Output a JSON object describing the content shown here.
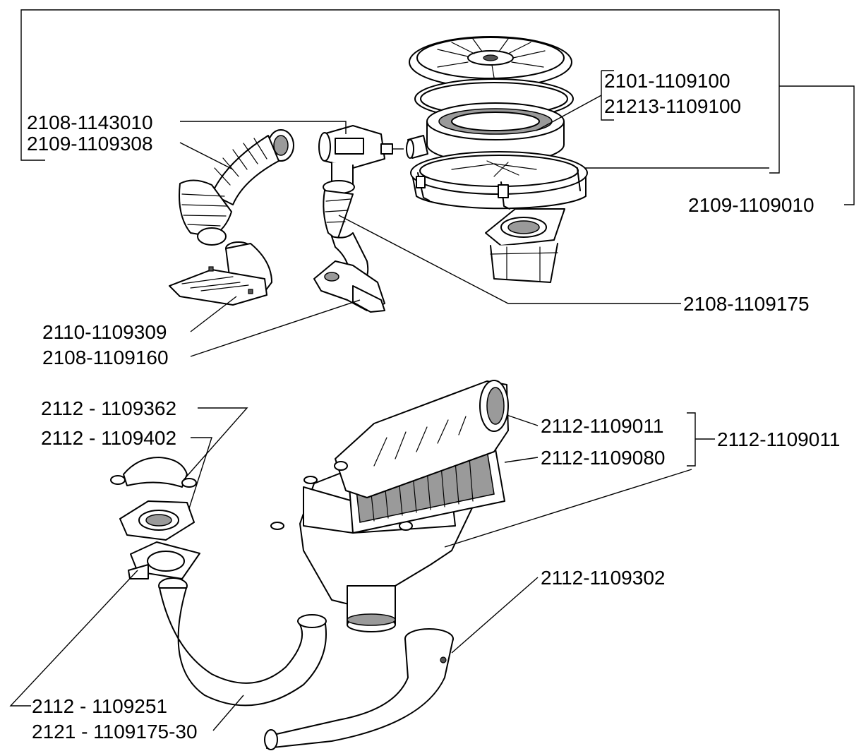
{
  "labels": {
    "l_2108_1143010": "2108-1143010",
    "l_2109_1109308": "2109-1109308",
    "l_2101_1109100": "2101-1109100",
    "l_21213_1109100": "21213-1109100",
    "l_2109_1109010": "2109-1109010",
    "l_2108_1109175": "2108-1109175",
    "l_2110_1109309": "2110-1109309",
    "l_2108_1109160": "2108-1109160",
    "l_2112_1109362": "2112 - 1109362",
    "l_2112_1109402": "2112 - 1109402",
    "l_2112_1109011_a": "2112-1109011",
    "l_2112_1109080": "2112-1109080",
    "l_2112_1109011_b": "2112-1109011",
    "l_2112_1109302": "2112-1109302",
    "l_2112_1109251": "2112 - 1109251",
    "l_2121_1109175_30": "2121 - 1109175-30"
  },
  "colors": {
    "ink": "#000000",
    "paper": "#ffffff",
    "shade": "#9a9a9a"
  }
}
